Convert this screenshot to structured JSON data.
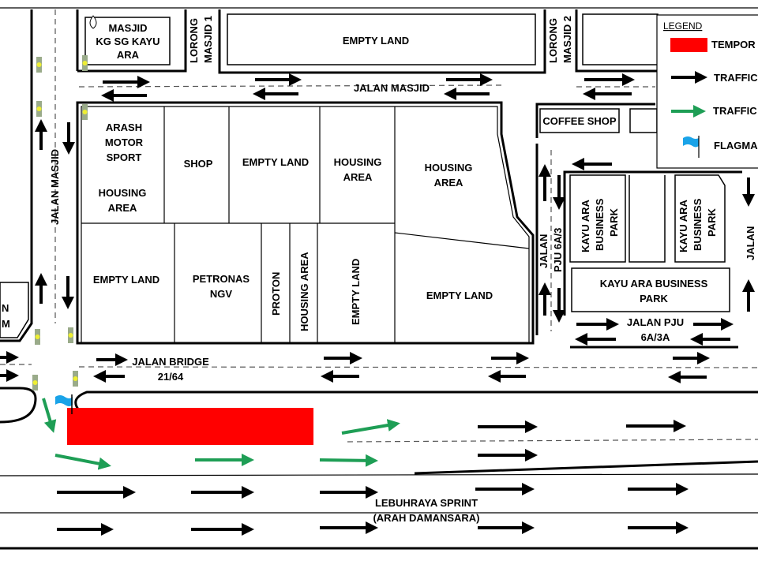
{
  "colors": {
    "closure": "#ff0000",
    "traffic": "#000000",
    "diverted": "#1e9e55",
    "flag": "#1aa3e8"
  },
  "places": {
    "masjid": [
      "MASJID",
      "KG SG KAYU",
      "ARA"
    ],
    "lorong1": [
      "LORONG",
      "MASJID 1"
    ],
    "lorong2": [
      "LORONG",
      "MASJID 2"
    ],
    "empty_land_top": "EMPTY LAND",
    "jalan_masjid_h": "JALAN MASJID",
    "jalan_masjid_v": "JALAN MASJID",
    "arash": [
      "ARASH",
      "MOTOR",
      "SPORT"
    ],
    "housing1": [
      "HOUSING",
      "AREA"
    ],
    "shop": "SHOP",
    "empty_land_2": "EMPTY LAND",
    "housing2": [
      "HOUSING",
      "AREA"
    ],
    "housing3": [
      "HOUSING",
      "AREA"
    ],
    "empty_land_3": "EMPTY LAND",
    "petronas": [
      "PETRONAS",
      "NGV"
    ],
    "proton": "PROTON",
    "housing_v": "HOUSING AREA",
    "empty_land_v": "EMPTY LAND",
    "empty_land_4": "EMPTY LAND",
    "left_partial": [
      "N",
      "M"
    ],
    "coffee_shop": "COFFEE SHOP",
    "jalan_pju_v": [
      "JALAN",
      "PJU 6A/3"
    ],
    "kayu1": [
      "KAYU ARA",
      "BUSINESS",
      "PARK"
    ],
    "kayu2": [
      "KAYU ARA",
      "BUSINESS",
      "PARK"
    ],
    "jalan_right": "JALAN",
    "kayu3": [
      "KAYU ARA BUSINESS",
      "PARK"
    ],
    "jalan_pju_h": [
      "JALAN PJU",
      "6A/3A"
    ],
    "jalan_bridge": [
      "JALAN BRIDGE",
      "21/64"
    ],
    "lebuhraya": [
      "LEBUHRAYA SPRINT",
      "(ARAH DAMANSARA)"
    ]
  },
  "legend": {
    "title": "LEGEND",
    "items": [
      {
        "icon": "red-block",
        "label": "TEMPOR"
      },
      {
        "icon": "black-arrow",
        "label": "TRAFFIC"
      },
      {
        "icon": "green-arrow",
        "label": "TRAFFIC"
      },
      {
        "icon": "blue-flag",
        "label": "FLAGMA"
      }
    ]
  }
}
